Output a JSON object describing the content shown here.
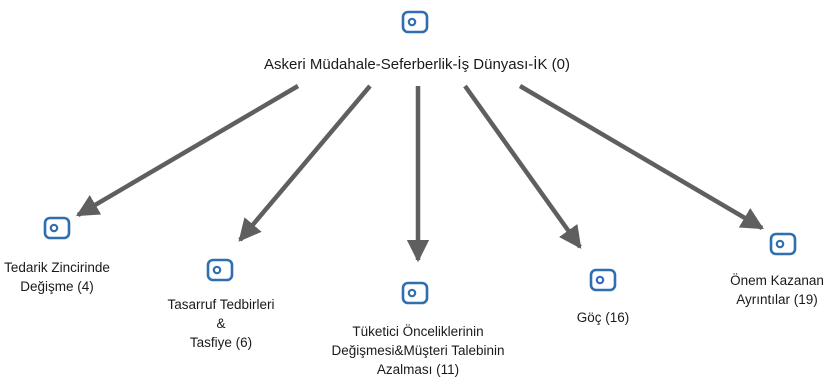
{
  "root": {
    "label": "Askeri Müdahale-Seferberlik-İş Dünyası-İK (0)",
    "icon": "code-node-icon"
  },
  "children": [
    {
      "lines": [
        "Tedarik Zincirinde",
        "Değişme (4)"
      ],
      "icon": "code-node-icon"
    },
    {
      "lines": [
        "Tasarruf Tedbirleri",
        "&",
        "Tasfiye (6)"
      ],
      "icon": "code-node-icon"
    },
    {
      "lines": [
        "Tüketici Önceliklerinin",
        "Değişmesi&Müşteri Talebinin",
        "Azalması (11)"
      ],
      "icon": "code-node-icon"
    },
    {
      "lines": [
        "Göç (16)"
      ],
      "icon": "code-node-icon"
    },
    {
      "lines": [
        "Önem Kazanan",
        "Ayrıntılar (19)"
      ],
      "icon": "code-node-icon"
    }
  ],
  "colors": {
    "icon": "#2f6fb0",
    "edge": "#5f5f5f"
  }
}
